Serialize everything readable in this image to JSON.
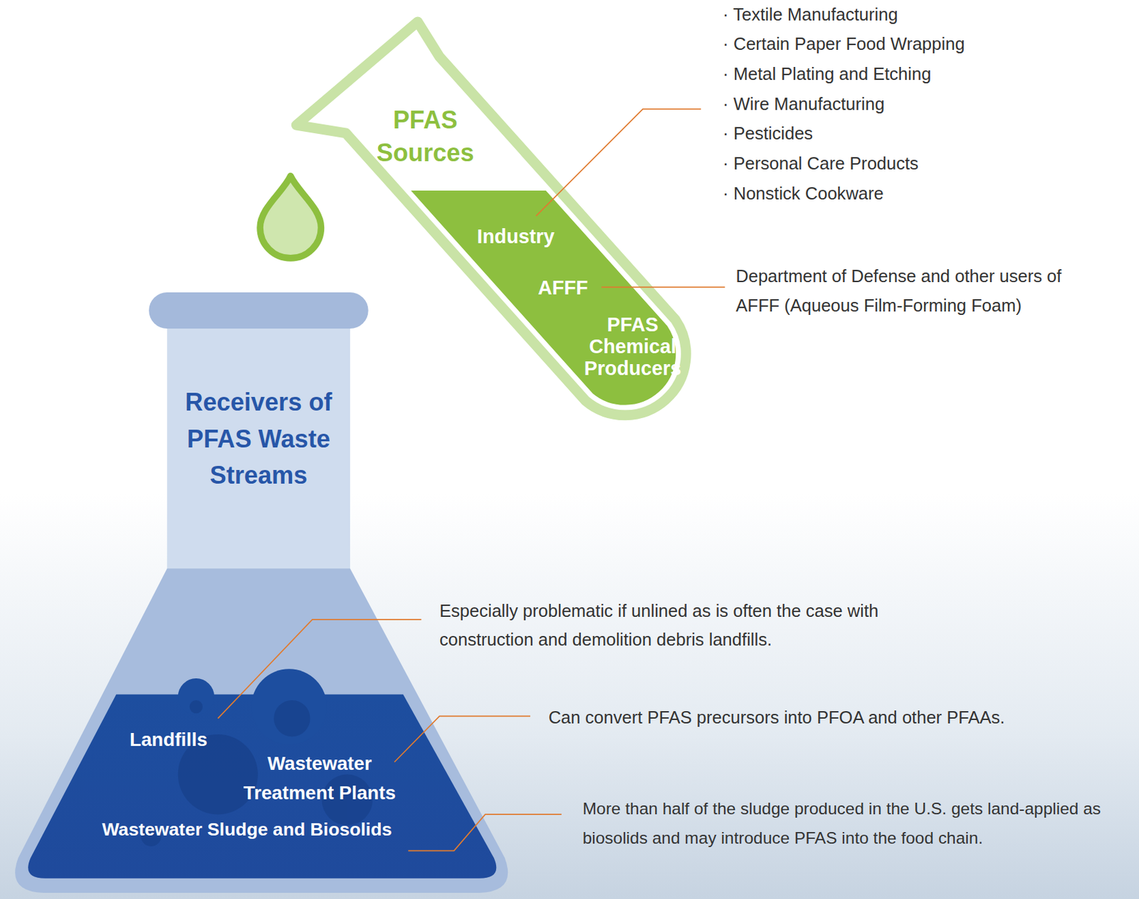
{
  "diagram": {
    "nodes": [
      {
        "text": [
          "PFAS Sources",
          "Industry",
          "AFFF",
          "PFAS Chemical Producers"
        ]
      },
      {
        "text": [
          "Receivers of PFAS Waste Streams",
          "Landfills",
          "Wastewater Treatment Plants",
          "Wastewater Sludge and Biosolids"
        ]
      }
    ],
    "labels": [
      "· Textile Manufacturing",
      "· Certain Paper Food Wrapping",
      "· Metal Plating and Etching",
      "· Wire Manufacturing",
      "· Pesticides",
      "· Personal Care Products",
      "· Nonstick Cookware",
      "Department of Defense and other users of AFFF (Aqueous Film-Forming Foam)",
      "Especially problematic if unlined as is often the case with construction and demolition debris landfills.",
      "Can convert PFAS precursors into PFOA and other PFAAs.",
      "More than half of the sludge produced in the U.S. gets land-applied as biosolids and may introduce PFAS into the food chain."
    ]
  }
}
